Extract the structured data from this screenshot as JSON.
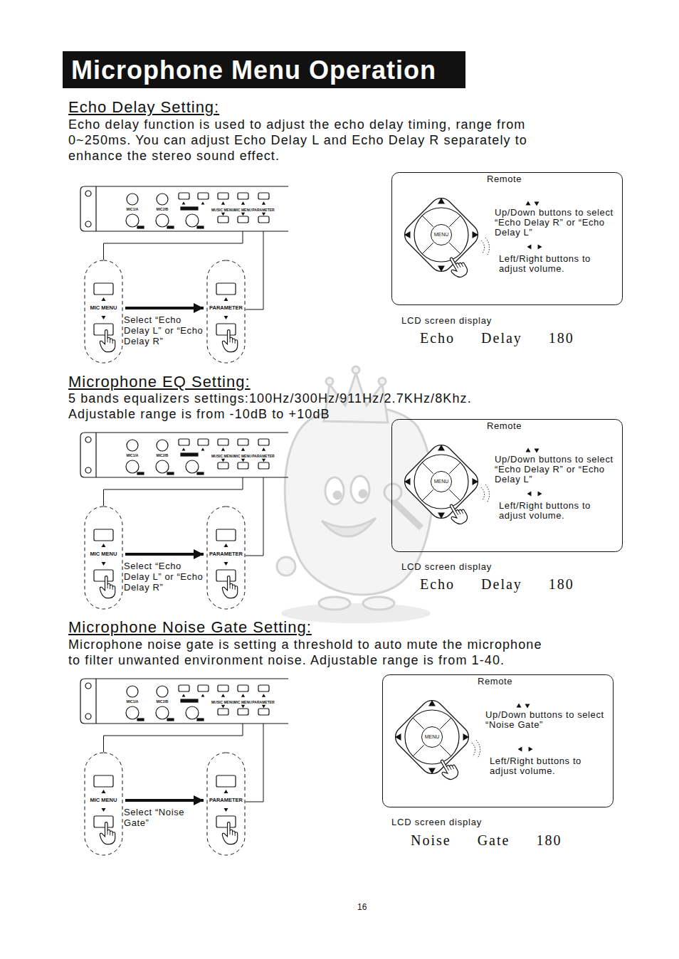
{
  "diagram": {
    "title": "Microphone Menu Operation",
    "nodes": [
      {
        "text": [
          "MIC1/A",
          "MIC2/B",
          "MUSIC MENU",
          "MIC MENU",
          "PARAMETER"
        ]
      },
      {
        "text": [
          "MIC MENU"
        ]
      },
      {
        "text": [
          "PARAMETER"
        ]
      },
      {
        "text": [
          "Remote",
          "Up/Down buttons to select “Echo Delay R” or “Echo Delay L”",
          "Left/Right buttons to adjust volume."
        ]
      },
      {
        "text": [
          "MENU"
        ],
        "in": 3
      },
      {
        "text": [
          "MIC1/A",
          "MIC2/B",
          "MUSIC MENU",
          "MIC MENU",
          "PARAMETER"
        ]
      },
      {
        "text": [
          "MIC MENU"
        ]
      },
      {
        "text": [
          "PARAMETER"
        ]
      },
      {
        "text": [
          "Remote",
          "Up/Down buttons to select “Echo Delay R” or “Echo Delay L”",
          "Left/Right buttons to adjust volume."
        ]
      },
      {
        "text": [
          "MENU"
        ],
        "in": 8
      },
      {
        "text": [
          "MIC1/A",
          "MIC2/B",
          "MUSIC MENU",
          "MIC MENU",
          "PARAMETER"
        ]
      },
      {
        "text": [
          "MIC MENU"
        ]
      },
      {
        "text": [
          "PARAMETER"
        ]
      },
      {
        "text": [
          "Remote",
          "Up/Down buttons to select “Noise Gate”",
          "Left/Right buttons to adjust volume."
        ]
      },
      {
        "text": [
          "MENU"
        ],
        "in": 13
      }
    ],
    "edges": [
      {
        "from": 0,
        "to": 1,
        "arrow": "none"
      },
      {
        "from": 0,
        "to": 2,
        "arrow": "none"
      },
      {
        "from": 1,
        "to": 2,
        "arrow": "to"
      },
      {
        "from": 5,
        "to": 6,
        "arrow": "none"
      },
      {
        "from": 5,
        "to": 7,
        "arrow": "none"
      },
      {
        "from": 6,
        "to": 7,
        "arrow": "to"
      },
      {
        "from": 10,
        "to": 11,
        "arrow": "none"
      },
      {
        "from": 10,
        "to": 12,
        "arrow": "none"
      },
      {
        "from": 11,
        "to": 12,
        "arrow": "to"
      }
    ],
    "labels": [
      "Echo Delay Setting:",
      "Echo delay function is used to adjust the echo delay timing, range from",
      "0~250ms. You can adjust Echo Delay L and Echo Delay R separately to",
      "enhance the stereo sound effect.",
      "Select “Echo Delay L” or “Echo Delay R”",
      "LCD screen display",
      "Echo Delay 180",
      "Microphone EQ Setting:",
      "5 bands equalizers settings:100Hz/300Hz/911Hz/2.7KHz/8Khz.",
      "Adjustable range is from -10dB to +10dB",
      "Select “Echo Delay L” or “Echo Delay R”",
      "LCD screen display",
      "Echo Delay 180",
      "Microphone Noise Gate Setting:",
      "Microphone noise gate is setting a threshold to auto mute the microphone",
      "to filter unwanted environment noise. Adjustable range is from 1-40.",
      "Select “Noise Gate”",
      "LCD screen display",
      "Noise Gate 180",
      "16"
    ]
  }
}
